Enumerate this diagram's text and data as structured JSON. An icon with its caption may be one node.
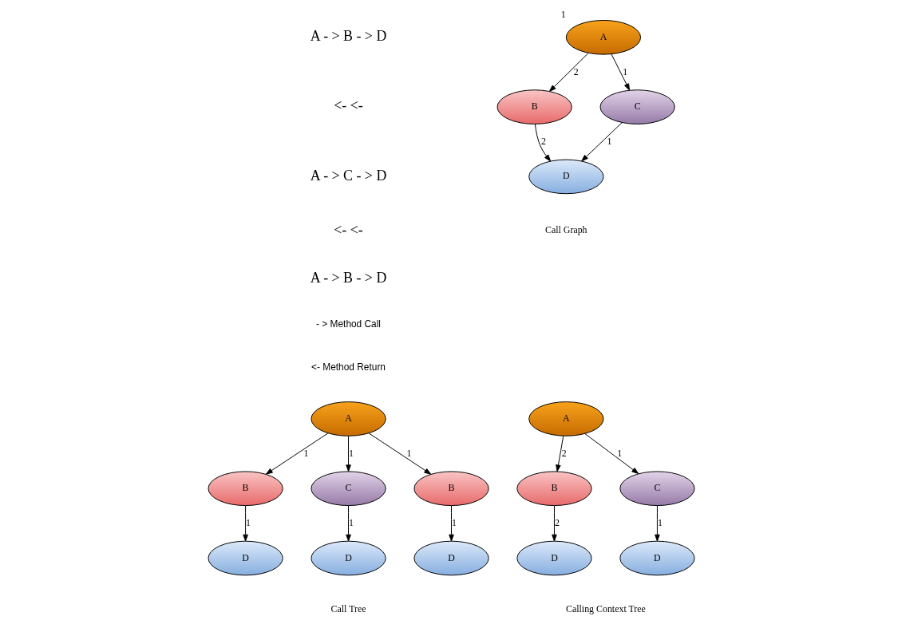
{
  "diagram": {
    "nodes": [
      {
        "text": [
          "A"
        ],
        "beside": [
          "1"
        ]
      },
      {
        "text": [
          "B"
        ]
      },
      {
        "text": [
          "C"
        ]
      },
      {
        "text": [
          "D"
        ]
      },
      {
        "text": [
          "A"
        ]
      },
      {
        "text": [
          "B"
        ]
      },
      {
        "text": [
          "C"
        ]
      },
      {
        "text": [
          "B"
        ]
      },
      {
        "text": [
          "D"
        ]
      },
      {
        "text": [
          "D"
        ]
      },
      {
        "text": [
          "D"
        ]
      },
      {
        "text": [
          "A"
        ]
      },
      {
        "text": [
          "B"
        ]
      },
      {
        "text": [
          "C"
        ]
      },
      {
        "text": [
          "D"
        ]
      },
      {
        "text": [
          "D"
        ]
      }
    ],
    "edges": [
      {
        "from": 0,
        "to": 1,
        "arrow": "to",
        "label": "2"
      },
      {
        "from": 0,
        "to": 2,
        "arrow": "to",
        "label": "1"
      },
      {
        "from": 1,
        "to": 3,
        "arrow": "to",
        "label": "2"
      },
      {
        "from": 2,
        "to": 3,
        "arrow": "to",
        "label": "1"
      },
      {
        "from": 4,
        "to": 5,
        "arrow": "to",
        "label": "1"
      },
      {
        "from": 4,
        "to": 6,
        "arrow": "to",
        "label": "1"
      },
      {
        "from": 4,
        "to": 7,
        "arrow": "to",
        "label": "1"
      },
      {
        "from": 5,
        "to": 8,
        "arrow": "to",
        "label": "1"
      },
      {
        "from": 6,
        "to": 9,
        "arrow": "to",
        "label": "1"
      },
      {
        "from": 7,
        "to": 10,
        "arrow": "to",
        "label": "1"
      },
      {
        "from": 11,
        "to": 12,
        "arrow": "to",
        "label": "2"
      },
      {
        "from": 11,
        "to": 13,
        "arrow": "to",
        "label": "1"
      },
      {
        "from": 12,
        "to": 14,
        "arrow": "to",
        "label": "2"
      },
      {
        "from": 13,
        "to": 15,
        "arrow": "to",
        "label": "1"
      }
    ],
    "labels": [
      "A - > B - > D",
      "<- <-",
      "A - > C - > D",
      "<- <-",
      "A - > B - > D",
      "- > Method Call",
      "<- Method Return",
      "Call Graph",
      "Call Tree",
      "Calling Context Tree"
    ]
  }
}
